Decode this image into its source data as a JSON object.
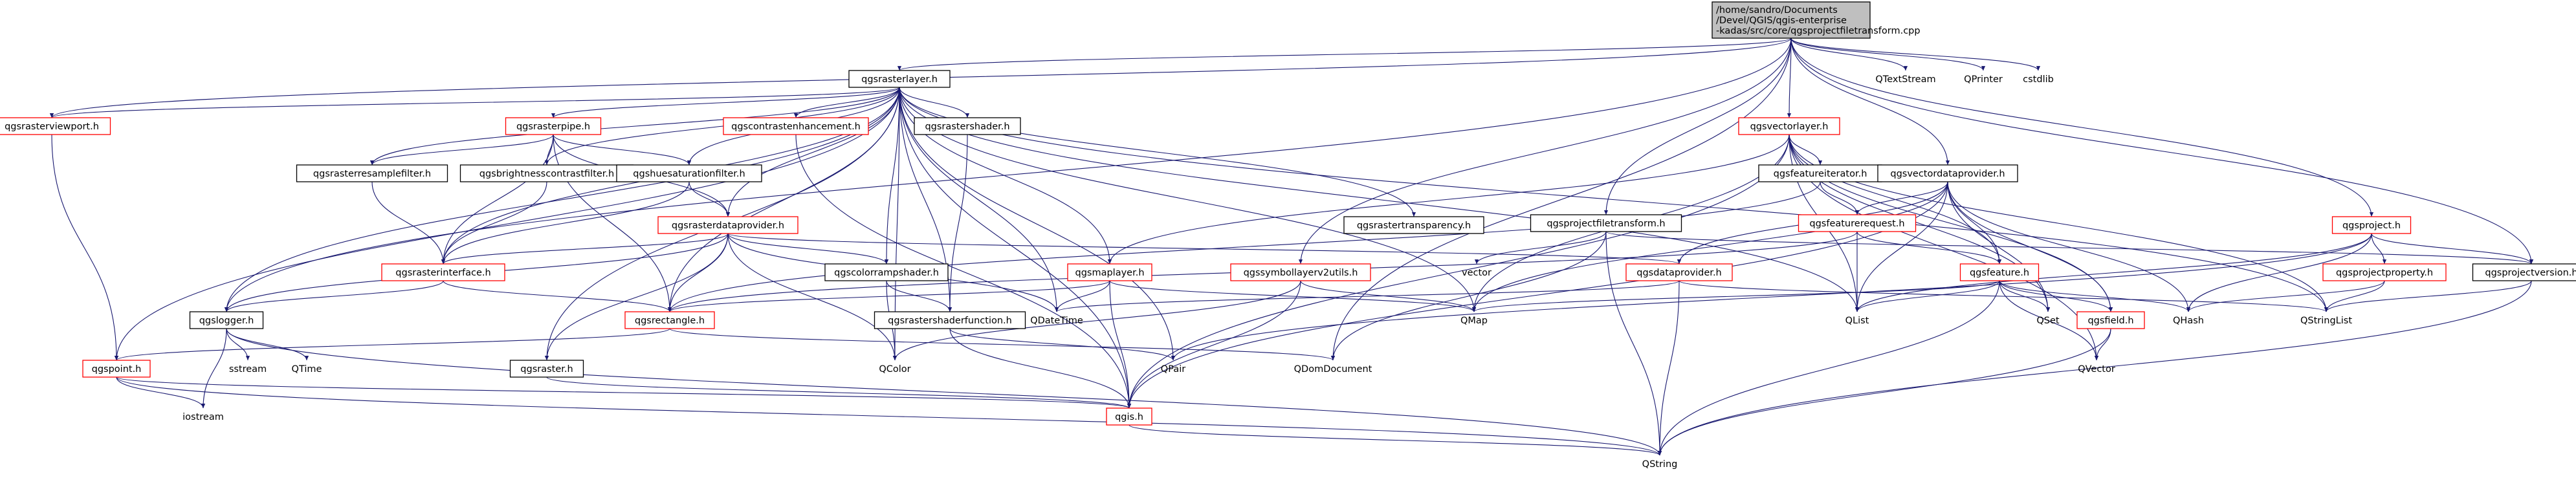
{
  "root": {
    "id": "root",
    "lines": [
      "/home/sandro/Documents",
      "/Devel/QGIS/qgis-enterprise",
      "-kadas/src/core/qgsprojectfiletransform.cpp"
    ]
  },
  "nodes": [
    {
      "id": "qgsrasterlayer",
      "label": "qgsrasterlayer.h",
      "style": "normal"
    },
    {
      "id": "qtextstream",
      "label": "QTextStream",
      "style": "plain"
    },
    {
      "id": "qprinter",
      "label": "QPrinter",
      "style": "plain"
    },
    {
      "id": "cstdlib",
      "label": "cstdlib",
      "style": "plain"
    },
    {
      "id": "qgsrasterviewport",
      "label": "qgsrasterviewport.h",
      "style": "red"
    },
    {
      "id": "qgsrasterpipe",
      "label": "qgsrasterpipe.h",
      "style": "red"
    },
    {
      "id": "qgscontrastenhancement",
      "label": "qgscontrastenhancement.h",
      "style": "red"
    },
    {
      "id": "qgsrastershader",
      "label": "qgsrastershader.h",
      "style": "normal"
    },
    {
      "id": "qgsvectorlayer",
      "label": "qgsvectorlayer.h",
      "style": "red"
    },
    {
      "id": "qgsproject",
      "label": "qgsproject.h",
      "style": "red"
    },
    {
      "id": "qgsrasterresamplefilter",
      "label": "qgsrasterresamplefilter.h",
      "style": "normal"
    },
    {
      "id": "qgsbrightnesscontrastfilter",
      "label": "qgsbrightnesscontrastfilter.h",
      "style": "normal"
    },
    {
      "id": "qgshuesaturationfilter",
      "label": "qgshuesaturationfilter.h",
      "style": "normal"
    },
    {
      "id": "qgsfeatureiterator",
      "label": "qgsfeatureiterator.h",
      "style": "normal"
    },
    {
      "id": "qgsvectordataprovider",
      "label": "qgsvectordataprovider.h",
      "style": "normal"
    },
    {
      "id": "qgsrastertransparency",
      "label": "qgsrastertransparency.h",
      "style": "normal"
    },
    {
      "id": "qgsprojectfiletransform",
      "label": "qgsprojectfiletransform.h",
      "style": "normal"
    },
    {
      "id": "qgsfeaturerequest",
      "label": "qgsfeaturerequest.h",
      "style": "red"
    },
    {
      "id": "qgsrasterdataprovider",
      "label": "qgsrasterdataprovider.h",
      "style": "red"
    },
    {
      "id": "qgsrasterinterface",
      "label": "qgsrasterinterface.h",
      "style": "red"
    },
    {
      "id": "qgscolorrampshader",
      "label": "qgscolorrampshader.h",
      "style": "normal"
    },
    {
      "id": "qgsmaplayer",
      "label": "qgsmaplayer.h",
      "style": "red"
    },
    {
      "id": "qgssymbollayerv2utils",
      "label": "qgssymbollayerv2utils.h",
      "style": "red"
    },
    {
      "id": "vector",
      "label": "vector",
      "style": "plain"
    },
    {
      "id": "qgsdataprovider",
      "label": "qgsdataprovider.h",
      "style": "red"
    },
    {
      "id": "qgsfeature",
      "label": "qgsfeature.h",
      "style": "red"
    },
    {
      "id": "qgsprojectproperty",
      "label": "qgsprojectproperty.h",
      "style": "red"
    },
    {
      "id": "qgsprojectversion",
      "label": "qgsprojectversion.h",
      "style": "normal"
    },
    {
      "id": "qgslogger",
      "label": "qgslogger.h",
      "style": "normal"
    },
    {
      "id": "qgsrectangle",
      "label": "qgsrectangle.h",
      "style": "red"
    },
    {
      "id": "qdatetime",
      "label": "QDateTime",
      "style": "plain"
    },
    {
      "id": "qgsrastershaderfunction",
      "label": "qgsrastershaderfunction.h",
      "style": "normal"
    },
    {
      "id": "qmap",
      "label": "QMap",
      "style": "plain"
    },
    {
      "id": "qlist",
      "label": "QList",
      "style": "plain"
    },
    {
      "id": "qset",
      "label": "QSet",
      "style": "plain"
    },
    {
      "id": "qgsfield",
      "label": "qgsfield.h",
      "style": "red"
    },
    {
      "id": "qhash",
      "label": "QHash",
      "style": "plain"
    },
    {
      "id": "qstringlist",
      "label": "QStringList",
      "style": "plain"
    },
    {
      "id": "qgspoint",
      "label": "qgspoint.h",
      "style": "red"
    },
    {
      "id": "sstream",
      "label": "sstream",
      "style": "plain"
    },
    {
      "id": "qtime",
      "label": "QTime",
      "style": "plain"
    },
    {
      "id": "qgsraster",
      "label": "qgsraster.h",
      "style": "normal"
    },
    {
      "id": "qcolor",
      "label": "QColor",
      "style": "plain"
    },
    {
      "id": "qpair",
      "label": "QPair",
      "style": "plain"
    },
    {
      "id": "qdomdocument",
      "label": "QDomDocument",
      "style": "plain"
    },
    {
      "id": "qvector",
      "label": "QVector",
      "style": "plain"
    },
    {
      "id": "iostream",
      "label": "iostream",
      "style": "plain"
    },
    {
      "id": "qgis",
      "label": "qgis.h",
      "style": "red"
    },
    {
      "id": "qstring",
      "label": "QString",
      "style": "plain"
    }
  ],
  "edges": [
    [
      "root",
      "qgsrasterlayer"
    ],
    [
      "root",
      "qtextstream"
    ],
    [
      "root",
      "qprinter"
    ],
    [
      "root",
      "cstdlib"
    ],
    [
      "root",
      "qgsvectorlayer"
    ],
    [
      "root",
      "qgsproject"
    ],
    [
      "root",
      "qgsvectordataprovider"
    ],
    [
      "root",
      "qgsprojectfiletransform"
    ],
    [
      "root",
      "qgssymbollayerv2utils"
    ],
    [
      "root",
      "qgsprojectversion"
    ],
    [
      "root",
      "qgslogger"
    ],
    [
      "root",
      "qdomdocument"
    ],
    [
      "root",
      "qgsrasterviewport"
    ],
    [
      "qgsrasterlayer",
      "qgsrasterviewport"
    ],
    [
      "qgsrasterlayer",
      "qgsrasterpipe"
    ],
    [
      "qgsrasterlayer",
      "qgscontrastenhancement"
    ],
    [
      "qgsrasterlayer",
      "qgsrastershader"
    ],
    [
      "qgsrasterlayer",
      "qgsrasterresamplefilter"
    ],
    [
      "qgsrasterlayer",
      "qgsbrightnesscontrastfilter"
    ],
    [
      "qgsrasterlayer",
      "qgshuesaturationfilter"
    ],
    [
      "qgsrasterlayer",
      "qgsrastertransparency"
    ],
    [
      "qgsrasterlayer",
      "qgsrasterdataprovider"
    ],
    [
      "qgsrasterlayer",
      "qgsrasterinterface"
    ],
    [
      "qgsrasterlayer",
      "qgscolorrampshader"
    ],
    [
      "qgsrasterlayer",
      "qgsmaplayer"
    ],
    [
      "qgsrasterlayer",
      "qdatetime"
    ],
    [
      "qgsrasterlayer",
      "qgsrastershaderfunction"
    ],
    [
      "qgsrasterlayer",
      "qmap"
    ],
    [
      "qgsrasterlayer",
      "qlist"
    ],
    [
      "qgsrasterlayer",
      "qgspoint"
    ],
    [
      "qgsrasterlayer",
      "qgsraster"
    ],
    [
      "qgsrasterlayer",
      "qcolor"
    ],
    [
      "qgsrasterlayer",
      "qpair"
    ],
    [
      "qgsrasterlayer",
      "qgis"
    ],
    [
      "qgsrasterlayer",
      "qstringlist"
    ],
    [
      "qgsrasterlayer",
      "qgsrectangle"
    ],
    [
      "qgsrasterlayer",
      "qgslogger"
    ],
    [
      "qgsrasterviewport",
      "qgspoint"
    ],
    [
      "qgsrasterpipe",
      "qgsrasterresamplefilter"
    ],
    [
      "qgsrasterpipe",
      "qgsbrightnesscontrastfilter"
    ],
    [
      "qgsrasterpipe",
      "qgshuesaturationfilter"
    ],
    [
      "qgsrasterpipe",
      "qgsrasterdataprovider"
    ],
    [
      "qgsrasterpipe",
      "qgsrasterinterface"
    ],
    [
      "qgsrasterpipe",
      "qgsrectangle"
    ],
    [
      "qgscontrastenhancement",
      "qgis"
    ],
    [
      "qgsrastershader",
      "qgsrastershaderfunction"
    ],
    [
      "qgsrasterresamplefilter",
      "qgsrasterinterface"
    ],
    [
      "qgsbrightnesscontrastfilter",
      "qgsrasterinterface"
    ],
    [
      "qgshuesaturationfilter",
      "qgsrasterinterface"
    ],
    [
      "qgshuesaturationfilter",
      "qgsrasterdataprovider"
    ],
    [
      "qgsrasterdataprovider",
      "qgsrasterinterface"
    ],
    [
      "qgsrasterdataprovider",
      "qgscolorrampshader"
    ],
    [
      "qgsrasterdataprovider",
      "qgsdataprovider"
    ],
    [
      "qgsrasterdataprovider",
      "qgsrectangle"
    ],
    [
      "qgsrasterdataprovider",
      "qgsraster"
    ],
    [
      "qgsrasterdataprovider",
      "qdatetime"
    ],
    [
      "qgsrasterdataprovider",
      "qgslogger"
    ],
    [
      "qgsrasterdataprovider",
      "qcolor"
    ],
    [
      "qgsrasterinterface",
      "qgslogger"
    ],
    [
      "qgsrasterinterface",
      "qgsrectangle"
    ],
    [
      "qgscolorrampshader",
      "qgsrastershaderfunction"
    ],
    [
      "qgscolorrampshader",
      "qcolor"
    ],
    [
      "qgsrastershaderfunction",
      "qgis"
    ],
    [
      "qgsrastershaderfunction",
      "qpair"
    ],
    [
      "qgsvectorlayer",
      "qgsfeatureiterator"
    ],
    [
      "qgsvectorlayer",
      "qgsmaplayer"
    ],
    [
      "qgsvectorlayer",
      "qmap"
    ],
    [
      "qgsvectorlayer",
      "qlist"
    ],
    [
      "qgsvectorlayer",
      "qset"
    ],
    [
      "qgsvectorlayer",
      "qstringlist"
    ],
    [
      "qgsvectorlayer",
      "qgsfeature"
    ],
    [
      "qgsvectorlayer",
      "qgsfield"
    ],
    [
      "qgsvectorlayer",
      "qgis"
    ],
    [
      "qgsvectorlayer",
      "qvector"
    ],
    [
      "qgsfeatureiterator",
      "qgsfeaturerequest"
    ],
    [
      "qgsfeatureiterator",
      "qgsrectangle"
    ],
    [
      "qgsvectordataprovider",
      "qgsdataprovider"
    ],
    [
      "qgsvectordataprovider",
      "qgsfeature"
    ],
    [
      "qgsvectordataprovider",
      "qgsfield"
    ],
    [
      "qgsvectordataprovider",
      "qgsfeaturerequest"
    ],
    [
      "qgsvectordataprovider",
      "qmap"
    ],
    [
      "qgsvectordataprovider",
      "qlist"
    ],
    [
      "qgsvectordataprovider",
      "qset"
    ],
    [
      "qgsvectordataprovider",
      "qhash"
    ],
    [
      "qgsvectordataprovider",
      "qgis"
    ],
    [
      "qgsfeaturerequest",
      "qgsfeature"
    ],
    [
      "qgsfeaturerequest",
      "qgsrectangle"
    ],
    [
      "qgsfeaturerequest",
      "qlist"
    ],
    [
      "qgsprojectfiletransform",
      "qgsprojectversion"
    ],
    [
      "qgsprojectfiletransform",
      "vector"
    ],
    [
      "qgsprojectfiletransform",
      "qdomdocument"
    ],
    [
      "qgsprojectfiletransform",
      "qstring"
    ],
    [
      "qgsmaplayer",
      "qdatetime"
    ],
    [
      "qgsmaplayer",
      "qgsrectangle"
    ],
    [
      "qgsmaplayer",
      "qmap"
    ],
    [
      "qgsmaplayer",
      "qgis"
    ],
    [
      "qgssymbollayerv2utils",
      "qmap"
    ],
    [
      "qgssymbollayerv2utils",
      "qcolor"
    ],
    [
      "qgssymbollayerv2utils",
      "qgis"
    ],
    [
      "qgsdataprovider",
      "qdatetime"
    ],
    [
      "qgsdataprovider",
      "qstring"
    ],
    [
      "qgsdataprovider",
      "qstringlist"
    ],
    [
      "qgsfeature",
      "qmap"
    ],
    [
      "qgsfeature",
      "qlist"
    ],
    [
      "qgsfeature",
      "qset"
    ],
    [
      "qgsfeature",
      "qvector"
    ],
    [
      "qgsfeature",
      "qgsfield"
    ],
    [
      "qgsfeature",
      "qhash"
    ],
    [
      "qgsfeature",
      "qstring"
    ],
    [
      "qgsfield",
      "qvector"
    ],
    [
      "qgsfield",
      "qstring"
    ],
    [
      "qgsproject",
      "qgsprojectproperty"
    ],
    [
      "qgsproject",
      "qgsprojectversion"
    ],
    [
      "qgsproject",
      "qhash"
    ],
    [
      "qgsproject",
      "qlist"
    ],
    [
      "qgsproject",
      "qpair"
    ],
    [
      "qgsprojectproperty",
      "qhash"
    ],
    [
      "qgsprojectproperty",
      "qstringlist"
    ],
    [
      "qgsprojectversion",
      "qstring"
    ],
    [
      "qgsprojectversion",
      "qstringlist"
    ],
    [
      "qgslogger",
      "sstream"
    ],
    [
      "qgslogger",
      "qtime"
    ],
    [
      "qgslogger",
      "iostream"
    ],
    [
      "qgslogger",
      "qstring"
    ],
    [
      "qgsrectangle",
      "qgspoint"
    ],
    [
      "qgsrectangle",
      "qdomdocument"
    ],
    [
      "qgspoint",
      "iostream"
    ],
    [
      "qgspoint",
      "qgis"
    ],
    [
      "qgspoint",
      "qstring"
    ],
    [
      "qgsraster",
      "qgis"
    ],
    [
      "qgis",
      "qstring"
    ]
  ]
}
